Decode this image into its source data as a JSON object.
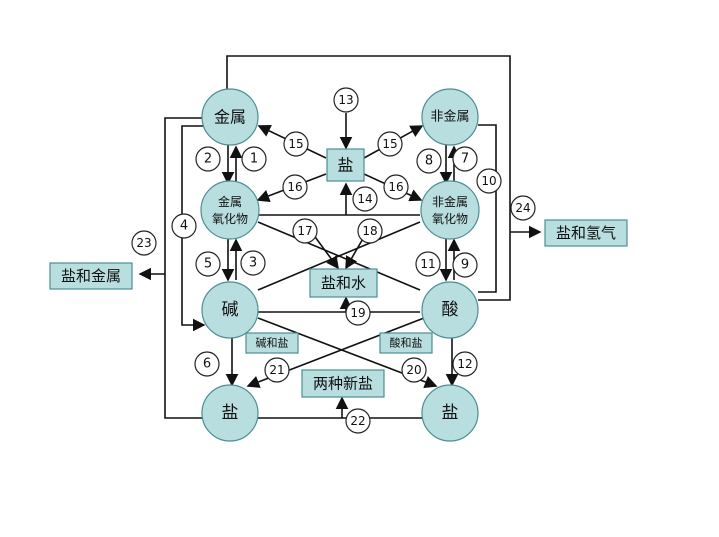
{
  "nodes": {
    "metal": "金属",
    "nonmetal": "非金属",
    "metal_oxide": [
      "金属",
      "氧化物"
    ],
    "nonmetal_oxide": [
      "非金属",
      "氧化物"
    ],
    "base": "碱",
    "acid": "酸",
    "salt_left": "盐",
    "salt_right": "盐"
  },
  "boxes": {
    "salt_center": "盐",
    "salt_water": "盐和水",
    "base_salt": "碱和盐",
    "acid_salt": "酸和盐",
    "two_new_salts": "两种新盐",
    "salt_metal": "盐和金属",
    "salt_hydrogen": "盐和氢气"
  },
  "numbers": [
    "1",
    "2",
    "3",
    "4",
    "5",
    "6",
    "7",
    "8",
    "9",
    "10",
    "11",
    "12",
    "13",
    "14",
    "15",
    "15",
    "16",
    "16",
    "17",
    "18",
    "19",
    "20",
    "21",
    "22",
    "23",
    "24"
  ],
  "colors": {
    "node_fill": "#b9dedf",
    "node_stroke": "#4a8f94",
    "line": "#111111"
  }
}
